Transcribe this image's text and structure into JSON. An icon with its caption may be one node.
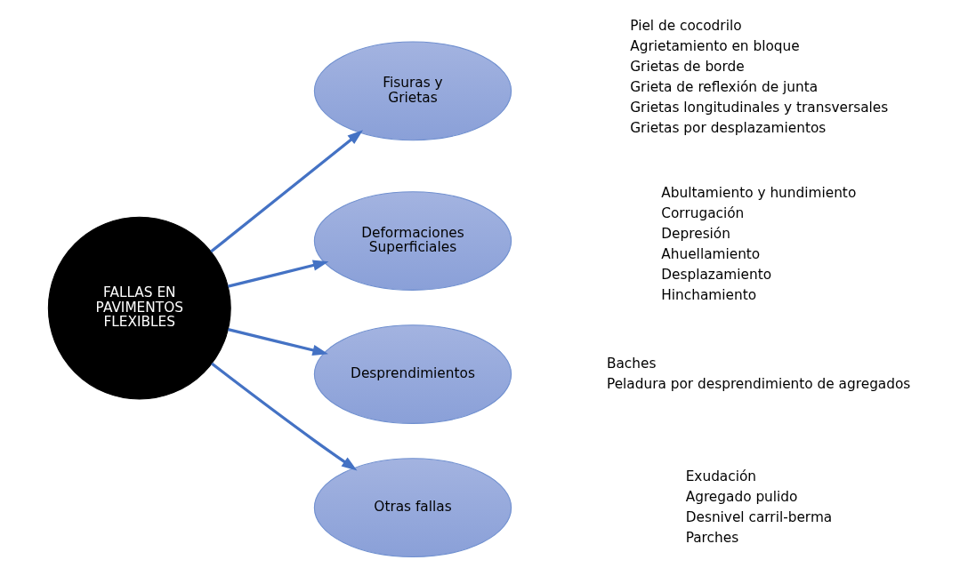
{
  "diagram": {
    "nodes": [
      {
        "text": [
          "FALLAS EN PAVIMENTOS FLEXIBLES"
        ]
      },
      {
        "text": [
          "Fisuras y Grietas"
        ],
        "beside": [
          "Piel de cocodrilo",
          "Agrietamiento en bloque",
          "Grietas de borde",
          "Grieta de reflexión de junta",
          "Grietas longitudinales y transversales",
          "Grietas por desplazamientos"
        ]
      },
      {
        "text": [
          "Deformaciones Superficiales"
        ],
        "beside": [
          "Abultamiento y hundimiento",
          "Corrugación",
          "Depresión",
          "Ahuellamiento",
          "Desplazamiento",
          "Hinchamiento"
        ]
      },
      {
        "text": [
          "Desprendimientos"
        ],
        "beside": [
          "Baches",
          "Peladura por desprendimiento de agregados"
        ]
      },
      {
        "text": [
          "Otras fallas"
        ],
        "beside": [
          "Exudación",
          "Agregado pulido",
          "Desnivel carril-berma",
          "Parches"
        ]
      }
    ],
    "edges": [
      {
        "from": 0,
        "to": 1,
        "arrow": "to"
      },
      {
        "from": 0,
        "to": 2,
        "arrow": "to"
      },
      {
        "from": 0,
        "to": 3,
        "arrow": "to"
      },
      {
        "from": 0,
        "to": 4,
        "arrow": "to"
      }
    ]
  }
}
